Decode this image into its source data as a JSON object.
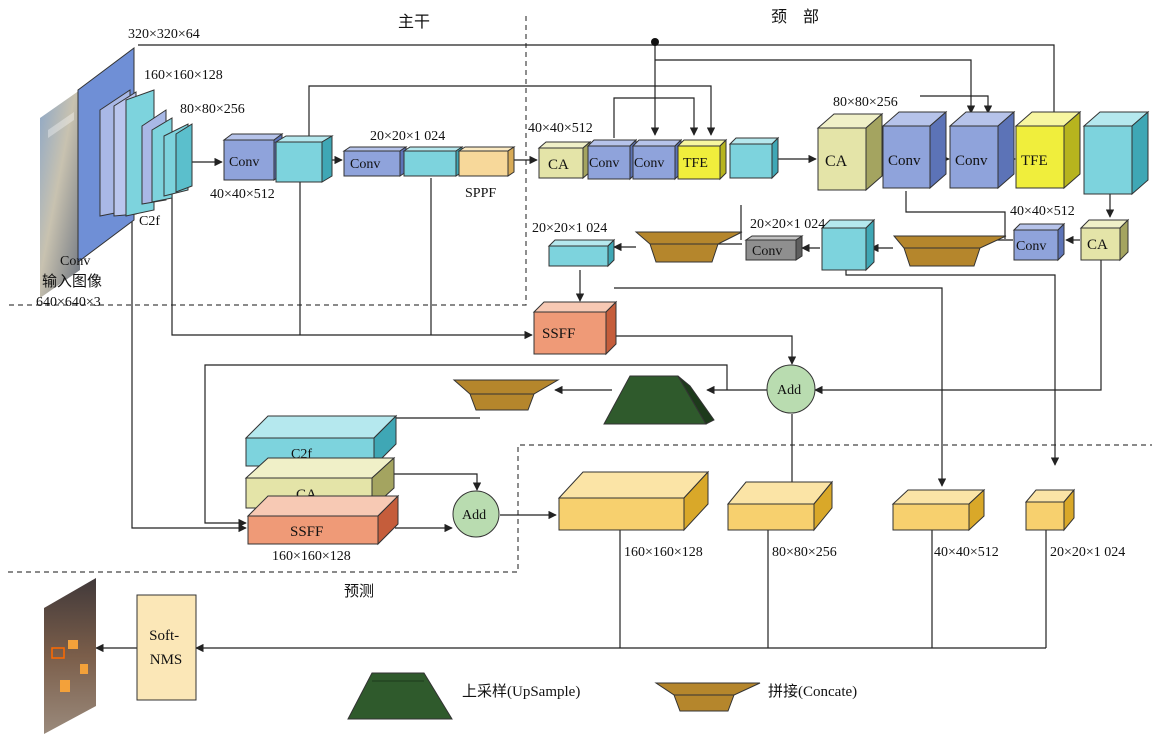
{
  "sections": {
    "backbone": "主干",
    "neck": "颈　部",
    "prediction": "预测"
  },
  "input": {
    "label": "输入图像",
    "size": "640×640×3"
  },
  "blocks": {
    "conv": "Conv",
    "c2f": "C2f",
    "sppf": "SPPF",
    "ca": "CA",
    "tfe": "TFE",
    "ssff": "SSFF",
    "add": "Add",
    "soft_nms": "Soft-\nNMS"
  },
  "sizes": {
    "s320": "320×320×64",
    "s160": "160×160×128",
    "s80": "80×80×256",
    "s40": "40×40×512",
    "s20": "20×20×1 024"
  },
  "legend": {
    "upsample": "上采样(UpSample)",
    "concat": "拼接(Concate)"
  },
  "colors": {
    "conv_blue": "#8fa3db",
    "deep_blue": "#6f8fd6",
    "cyan": "#7dd3dd",
    "ca_khaki": "#e4e4a8",
    "tfe_yellow": "#f0ee3c",
    "sppf_orange": "#f7d89a",
    "ssff_salmon": "#ef9a77",
    "add_green": "#b9dcb0",
    "output_gold": "#f7d06e",
    "softnms_cream": "#fbe7b7",
    "upsample_green": "#2f5a2c",
    "concat_brown": "#b5862c",
    "gray_conv": "#8f8f8f"
  }
}
